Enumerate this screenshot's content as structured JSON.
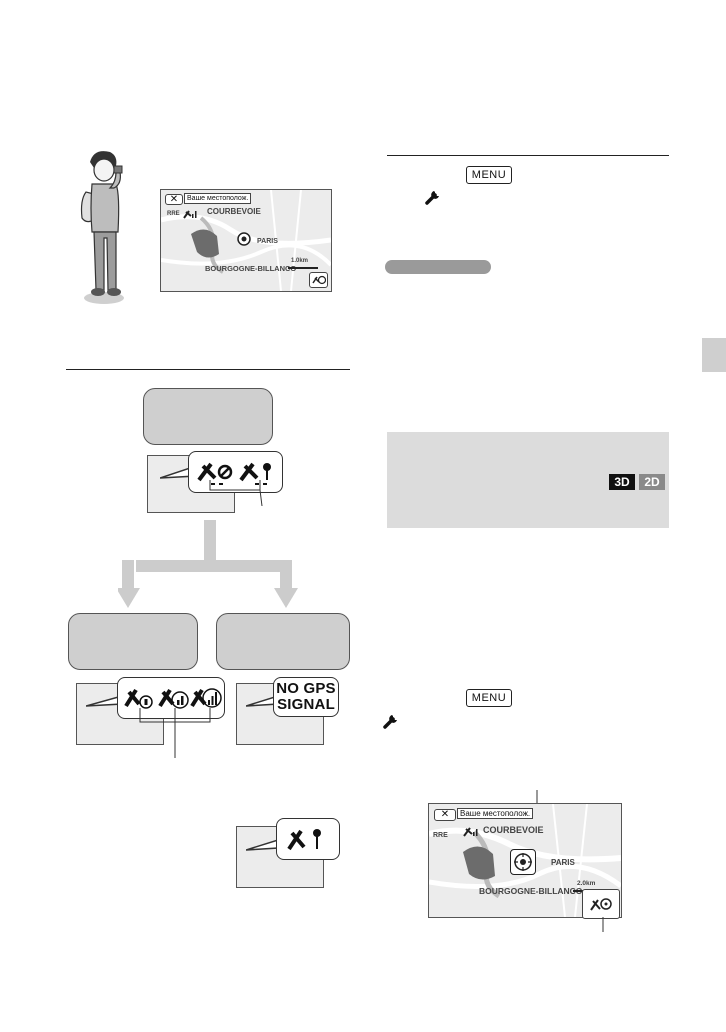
{
  "menu_key": {
    "label": "MENU"
  },
  "icons": {
    "wrench": "wrench-icon",
    "gps_searching": "gps-searching-icon",
    "gps_no_fix": "gps-no-fix-icon",
    "gps_triangulating": "gps-triangulating-icon",
    "gps_signal": "gps-signal-strength-icon",
    "gps_pin": "gps-location-pin-icon",
    "current_location": "current-location-icon"
  },
  "maps": {
    "small": {
      "close": "✕",
      "location_label": "Ваше местополож.",
      "region_a": "COURBEVOIE",
      "region_b": "PARIS",
      "region_c": "BOURGOGNE-BILLANCO",
      "region_d": "RRE",
      "scale": "1.0km"
    },
    "large": {
      "close": "✕",
      "location_label": "Ваше местополож.",
      "region_a": "COURBEVOIE",
      "region_b": "PARIS",
      "region_c": "BOURGOGNE-BILLANCO",
      "region_d": "RRE",
      "scale": "2.0km"
    }
  },
  "flow": {
    "no_gps_signal": "NO GPS SIGNAL",
    "no_gps_line1": "NO GPS",
    "no_gps_line2": "SIGNAL"
  },
  "modes": {
    "badge_3d": "3D",
    "badge_2d": "2D"
  },
  "colors": {
    "flow_box": "#cfcfcf",
    "screen": "#ececec",
    "arrow": "#cccccc",
    "pill": "#9a9a9a"
  }
}
